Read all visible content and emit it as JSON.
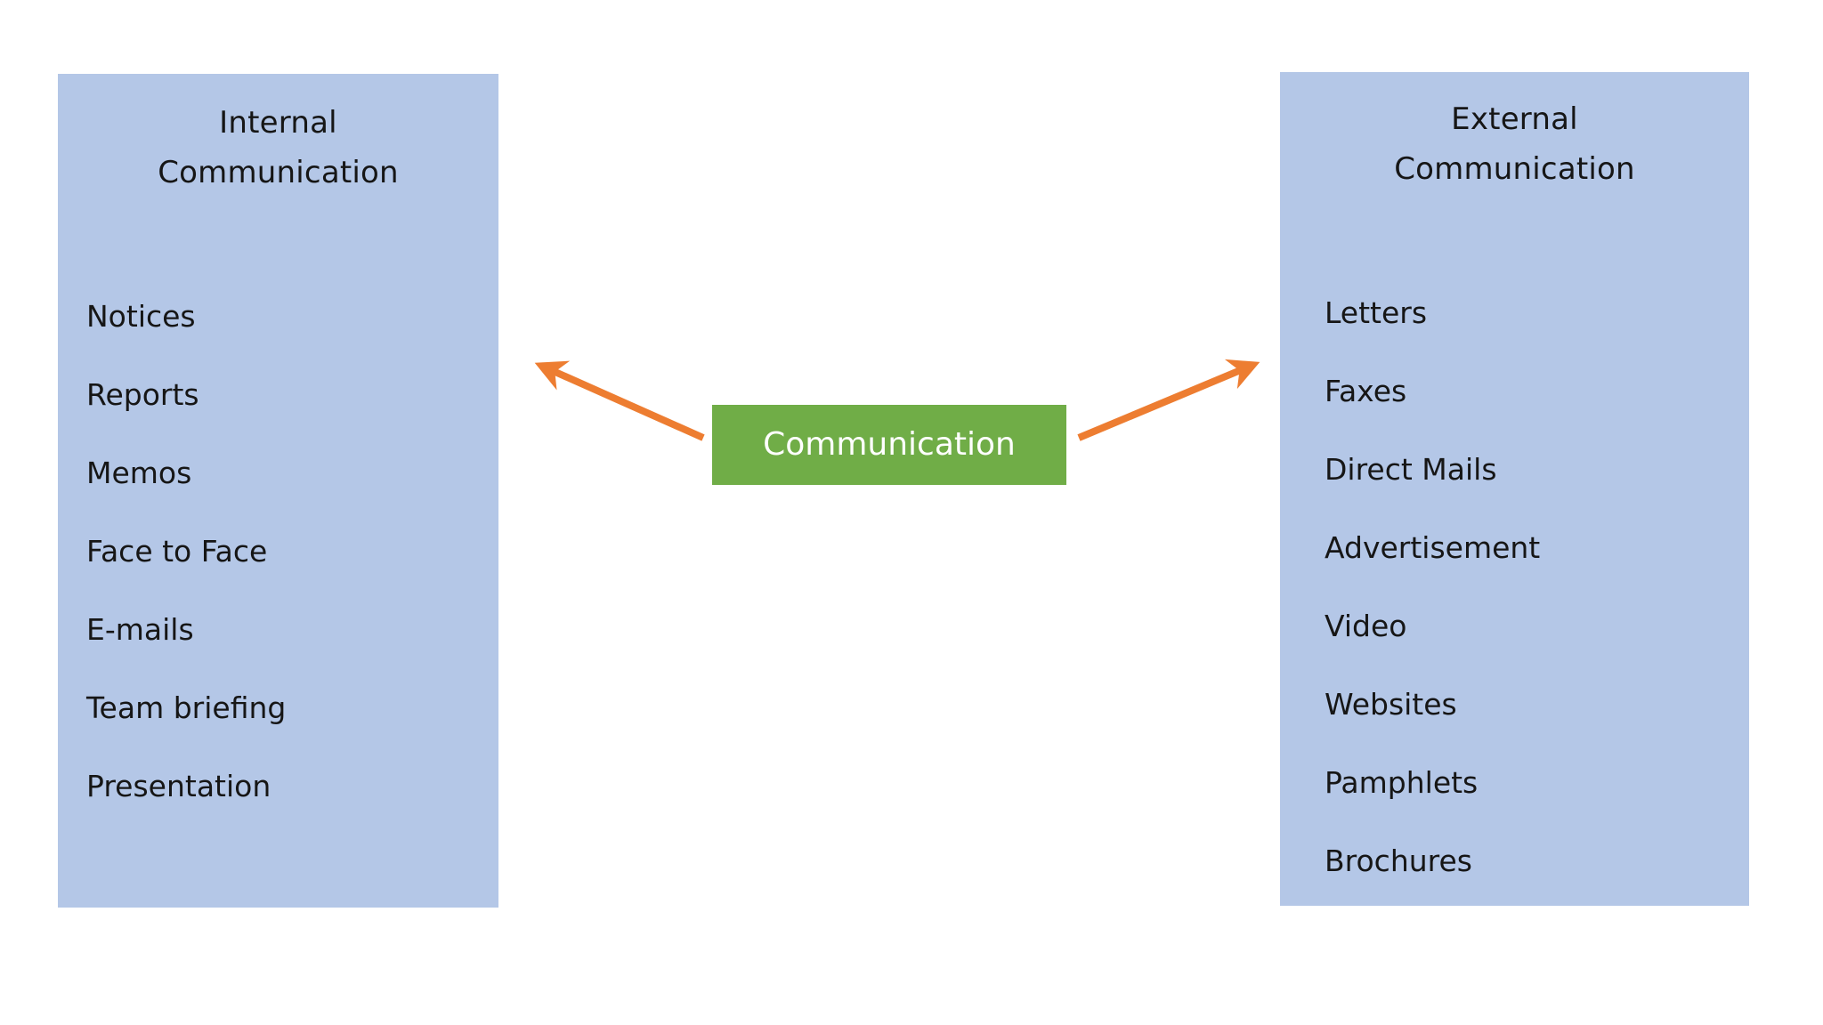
{
  "diagram": {
    "title": "Communication",
    "center": {
      "label": "Communication",
      "color": "#70ad47",
      "text_color": "#ffffff"
    },
    "panel_color": "#b4c7e7",
    "arrow_color": "#ed7d31",
    "branches": [
      {
        "id": "internal",
        "title": "Internal\nCommunication",
        "title_line_1": "Internal",
        "title_line_2": "Communication",
        "direction": "left",
        "items": [
          "Notices",
          "Reports",
          "Memos",
          "Face to Face",
          "E-mails",
          "Team briefing",
          "Presentation"
        ]
      },
      {
        "id": "external",
        "title": "External\nCommunication",
        "title_line_1": "External",
        "title_line_2": "Communication",
        "direction": "right",
        "items": [
          "Letters",
          "Faxes",
          "Direct Mails",
          "Advertisement",
          "Video",
          "Websites",
          "Pamphlets",
          "Brochures"
        ]
      }
    ]
  }
}
